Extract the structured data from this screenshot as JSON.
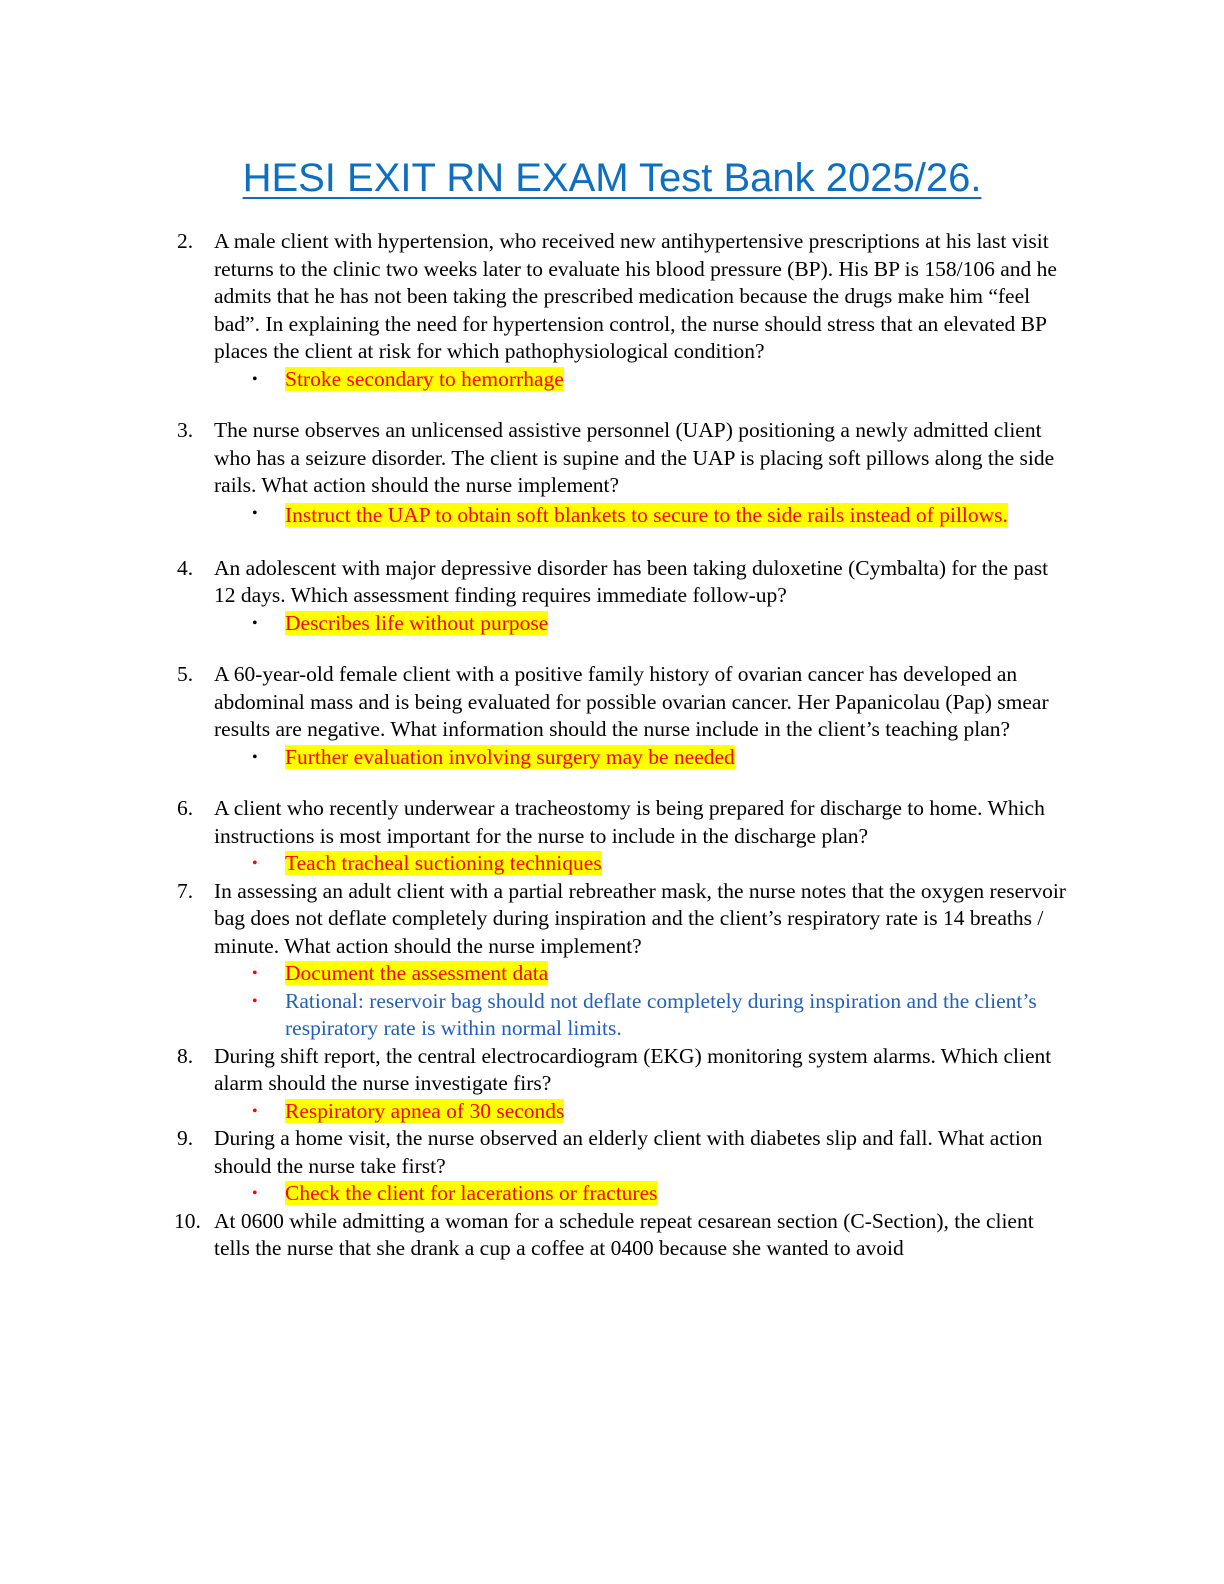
{
  "title": "HESI EXIT RN EXAM Test Bank 2025/26.",
  "questions": [
    {
      "number": "2.",
      "stem": "A male client with hypertension, who received new antihypertensive prescriptions at his last visit returns to the clinic two weeks later to evaluate his blood pressure (BP). His BP is 158/106 and he admits that he has not been taking the prescribed medication because the drugs make him “feel bad”. In explaining the need for hypertension control, the nurse should stress that an elevated BP places the client at risk for which pathophysiological condition?",
      "answers": [
        "Stroke secondary to hemorrhage"
      ]
    },
    {
      "number": "3.",
      "stem": "The nurse observes an unlicensed assistive personnel (UAP) positioning a newly admitted client who has a seizure disorder. The client is supine and the UAP is placing soft pillows along the side rails. What action should the nurse implement?",
      "answers": [
        "Instruct the UAP to obtain soft blankets to secure to the side rails instead of pillows."
      ]
    },
    {
      "number": "4.",
      "stem": "An adolescent with major depressive disorder has been taking duloxetine (Cymbalta) for the past 12 days. Which assessment finding requires immediate follow-up?",
      "answers": [
        "Describes life without purpose"
      ]
    },
    {
      "number": "5.",
      "stem": "A 60-year-old female client with a positive family history of ovarian cancer has developed an abdominal mass and is being evaluated for possible ovarian cancer. Her Papanicolau (Pap) smear results are negative. What information should the nurse include in the client’s teaching plan?",
      "answers": [
        "Further evaluation involving surgery may be needed"
      ]
    },
    {
      "number": "6.",
      "stem": "A client who recently underwear a tracheostomy is being prepared for discharge to home. Which instructions is most important for the nurse to include in the discharge plan?",
      "answers": [
        "Teach tracheal suctioning techniques"
      ]
    },
    {
      "number": "7.",
      "stem": "In assessing an adult client with a partial rebreather mask, the nurse notes that the oxygen reservoir bag does not deflate completely during inspiration and the client’s respiratory rate is 14 breaths / minute. What action should the nurse implement?",
      "answers": [
        "Document the assessment data"
      ],
      "rationale": "Rational: reservoir bag should not deflate completely during inspiration and the client’s respiratory rate is within normal limits."
    },
    {
      "number": "8.",
      "stem": "During shift report, the central electrocardiogram (EKG) monitoring system alarms. Which client alarm should the nurse investigate firs?",
      "answers": [
        "Respiratory apnea of 30 seconds"
      ]
    },
    {
      "number": "9.",
      "stem": "During a home visit, the nurse observed an elderly client with diabetes slip and fall. What action should the nurse take first?",
      "answers": [
        "Check the client for lacerations or fractures"
      ]
    },
    {
      "number": "10.",
      "stem": "At 0600 while admitting a woman for a schedule repeat cesarean section (C-Section), the client tells the nurse that she drank a cup a coffee at 0400 because she wanted to avoid"
    }
  ],
  "icons": {
    "bullet": "•"
  },
  "colors": {
    "title": "#0e6fc1",
    "answer_text": "#ff0000",
    "answer_highlight": "#ffff00",
    "rationale_text": "#1f5fbf"
  }
}
